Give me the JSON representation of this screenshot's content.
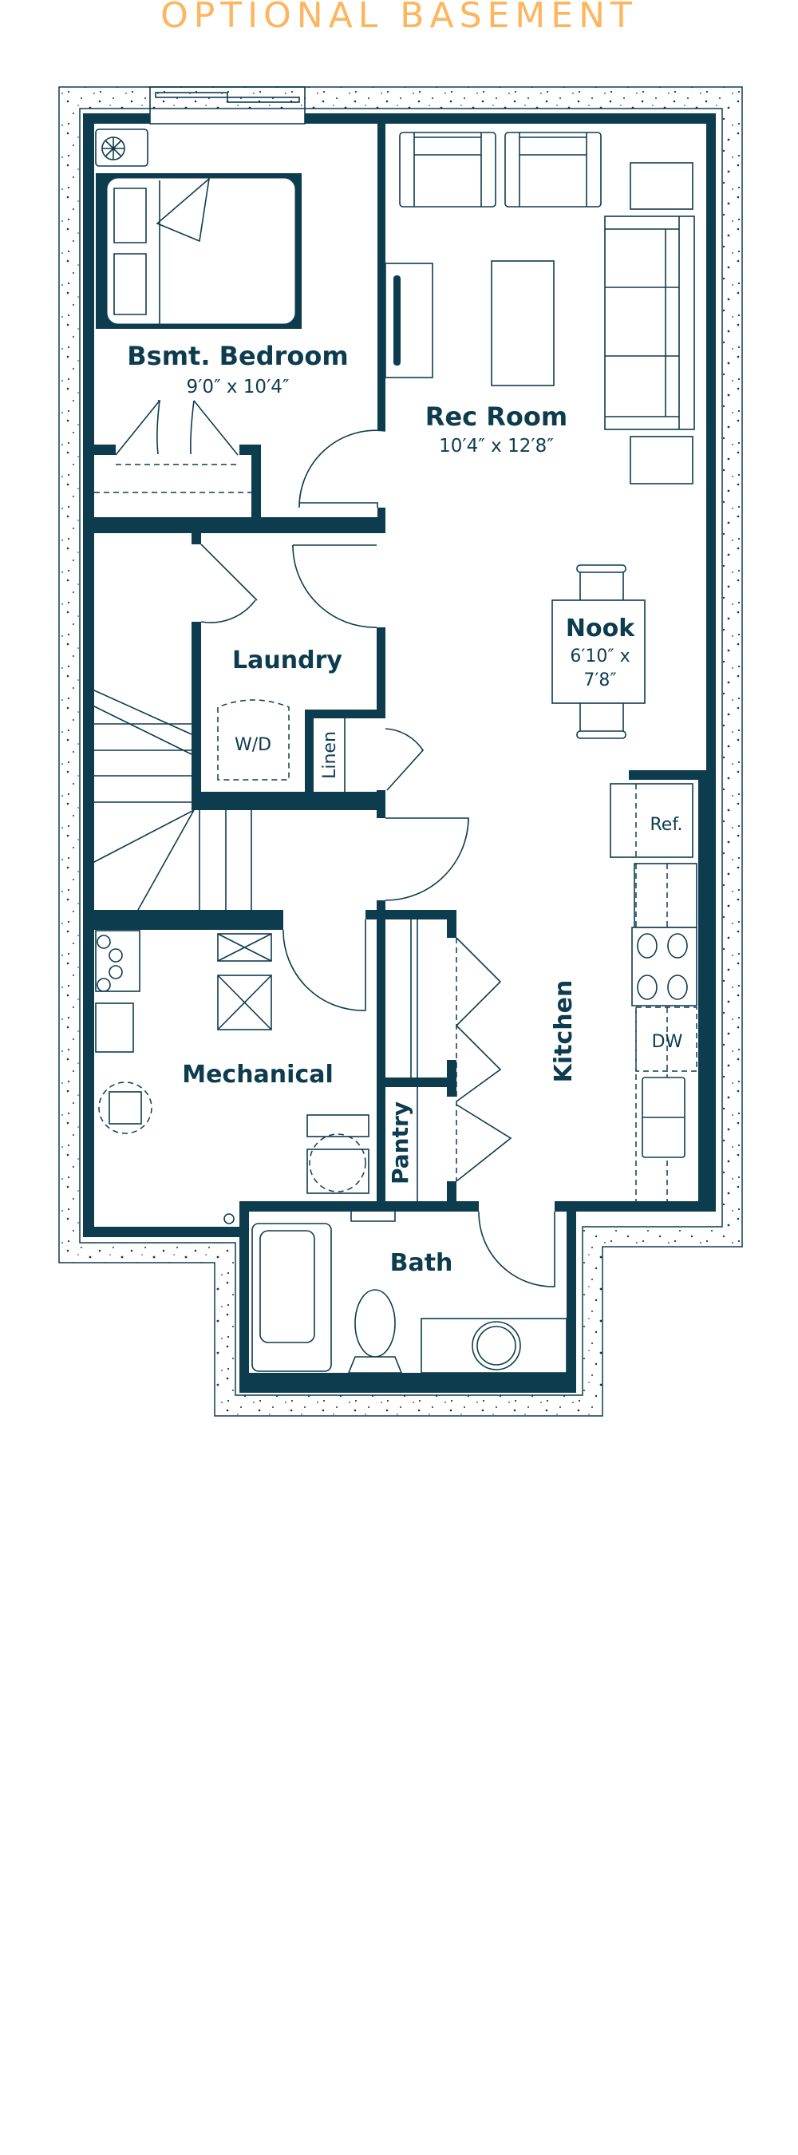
{
  "title": "OPTIONAL BASEMENT",
  "colors": {
    "wall": "#0d3c4f",
    "title": "#FDB55E",
    "background": "#ffffff"
  },
  "rooms": {
    "bedroom": {
      "name": "Bsmt. Bedroom",
      "dims": "9′0″ x 10′4″"
    },
    "rec_room": {
      "name": "Rec Room",
      "dims": "10′4″ x 12′8″"
    },
    "nook": {
      "name": "Nook",
      "dims_line1": "6′10″ x",
      "dims_line2": "7′8″"
    },
    "laundry": {
      "name": "Laundry"
    },
    "mechanical": {
      "name": "Mechanical"
    },
    "kitchen": {
      "name": "Kitchen"
    },
    "pantry": {
      "name": "Pantry"
    },
    "linen": {
      "name": "Linen"
    },
    "bath": {
      "name": "Bath"
    }
  },
  "fixtures": {
    "washer_dryer": "W/D",
    "refrigerator": "Ref.",
    "dishwasher": "DW"
  }
}
